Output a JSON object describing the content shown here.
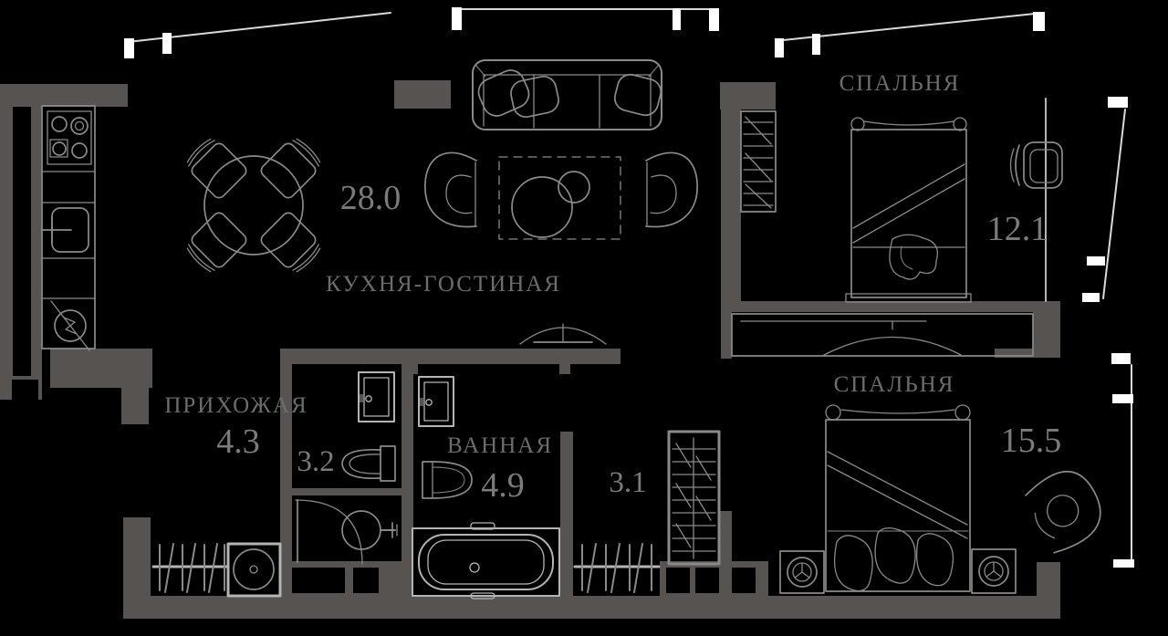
{
  "colors": {
    "bg": "#000000",
    "wall": "#575350",
    "line": "#8a8a8a",
    "line-light": "#b4b4b4",
    "glazing": "#d9d9d9",
    "white": "#ffffff",
    "text-label": "#6d6d6d",
    "text-num": "#7b7b7b"
  },
  "rooms": {
    "kitchen_living": {
      "label": "КУХНЯ-ГОСТИНАЯ",
      "area": "28.0",
      "furniture": [
        "kitchen-counter",
        "stove",
        "sink",
        "washing-machine",
        "dining-table",
        "chairs",
        "sofa",
        "armchairs",
        "coffee-tables",
        "rug",
        "door-arc",
        "vent-shaft"
      ]
    },
    "bedroom_top": {
      "label": "СПАЛЬНЯ",
      "area": "12.1",
      "furniture": [
        "double-bed",
        "desk-chair",
        "wardrobe",
        "sliding-closet",
        "window"
      ]
    },
    "bedroom_bottom": {
      "label": "СПАЛЬНЯ",
      "area": "15.5",
      "furniture": [
        "double-bed",
        "nightstand-left",
        "nightstand-right",
        "armchair",
        "window"
      ]
    },
    "hallway": {
      "label": "ПРИХОЖАЯ",
      "area": "4.3",
      "furniture": [
        "coat-rack",
        "washer-dryer"
      ]
    },
    "wc": {
      "area": "3.2",
      "furniture": [
        "toilet",
        "door-leaf",
        "entry-door-arc",
        "washbasin"
      ]
    },
    "bathroom": {
      "label": "ВАННАЯ",
      "area": "4.9",
      "furniture": [
        "wall-toilet",
        "bathtub",
        "door-leaf"
      ]
    },
    "closet": {
      "area": "3.1",
      "furniture": [
        "wardrobe",
        "coat-rack"
      ]
    }
  }
}
